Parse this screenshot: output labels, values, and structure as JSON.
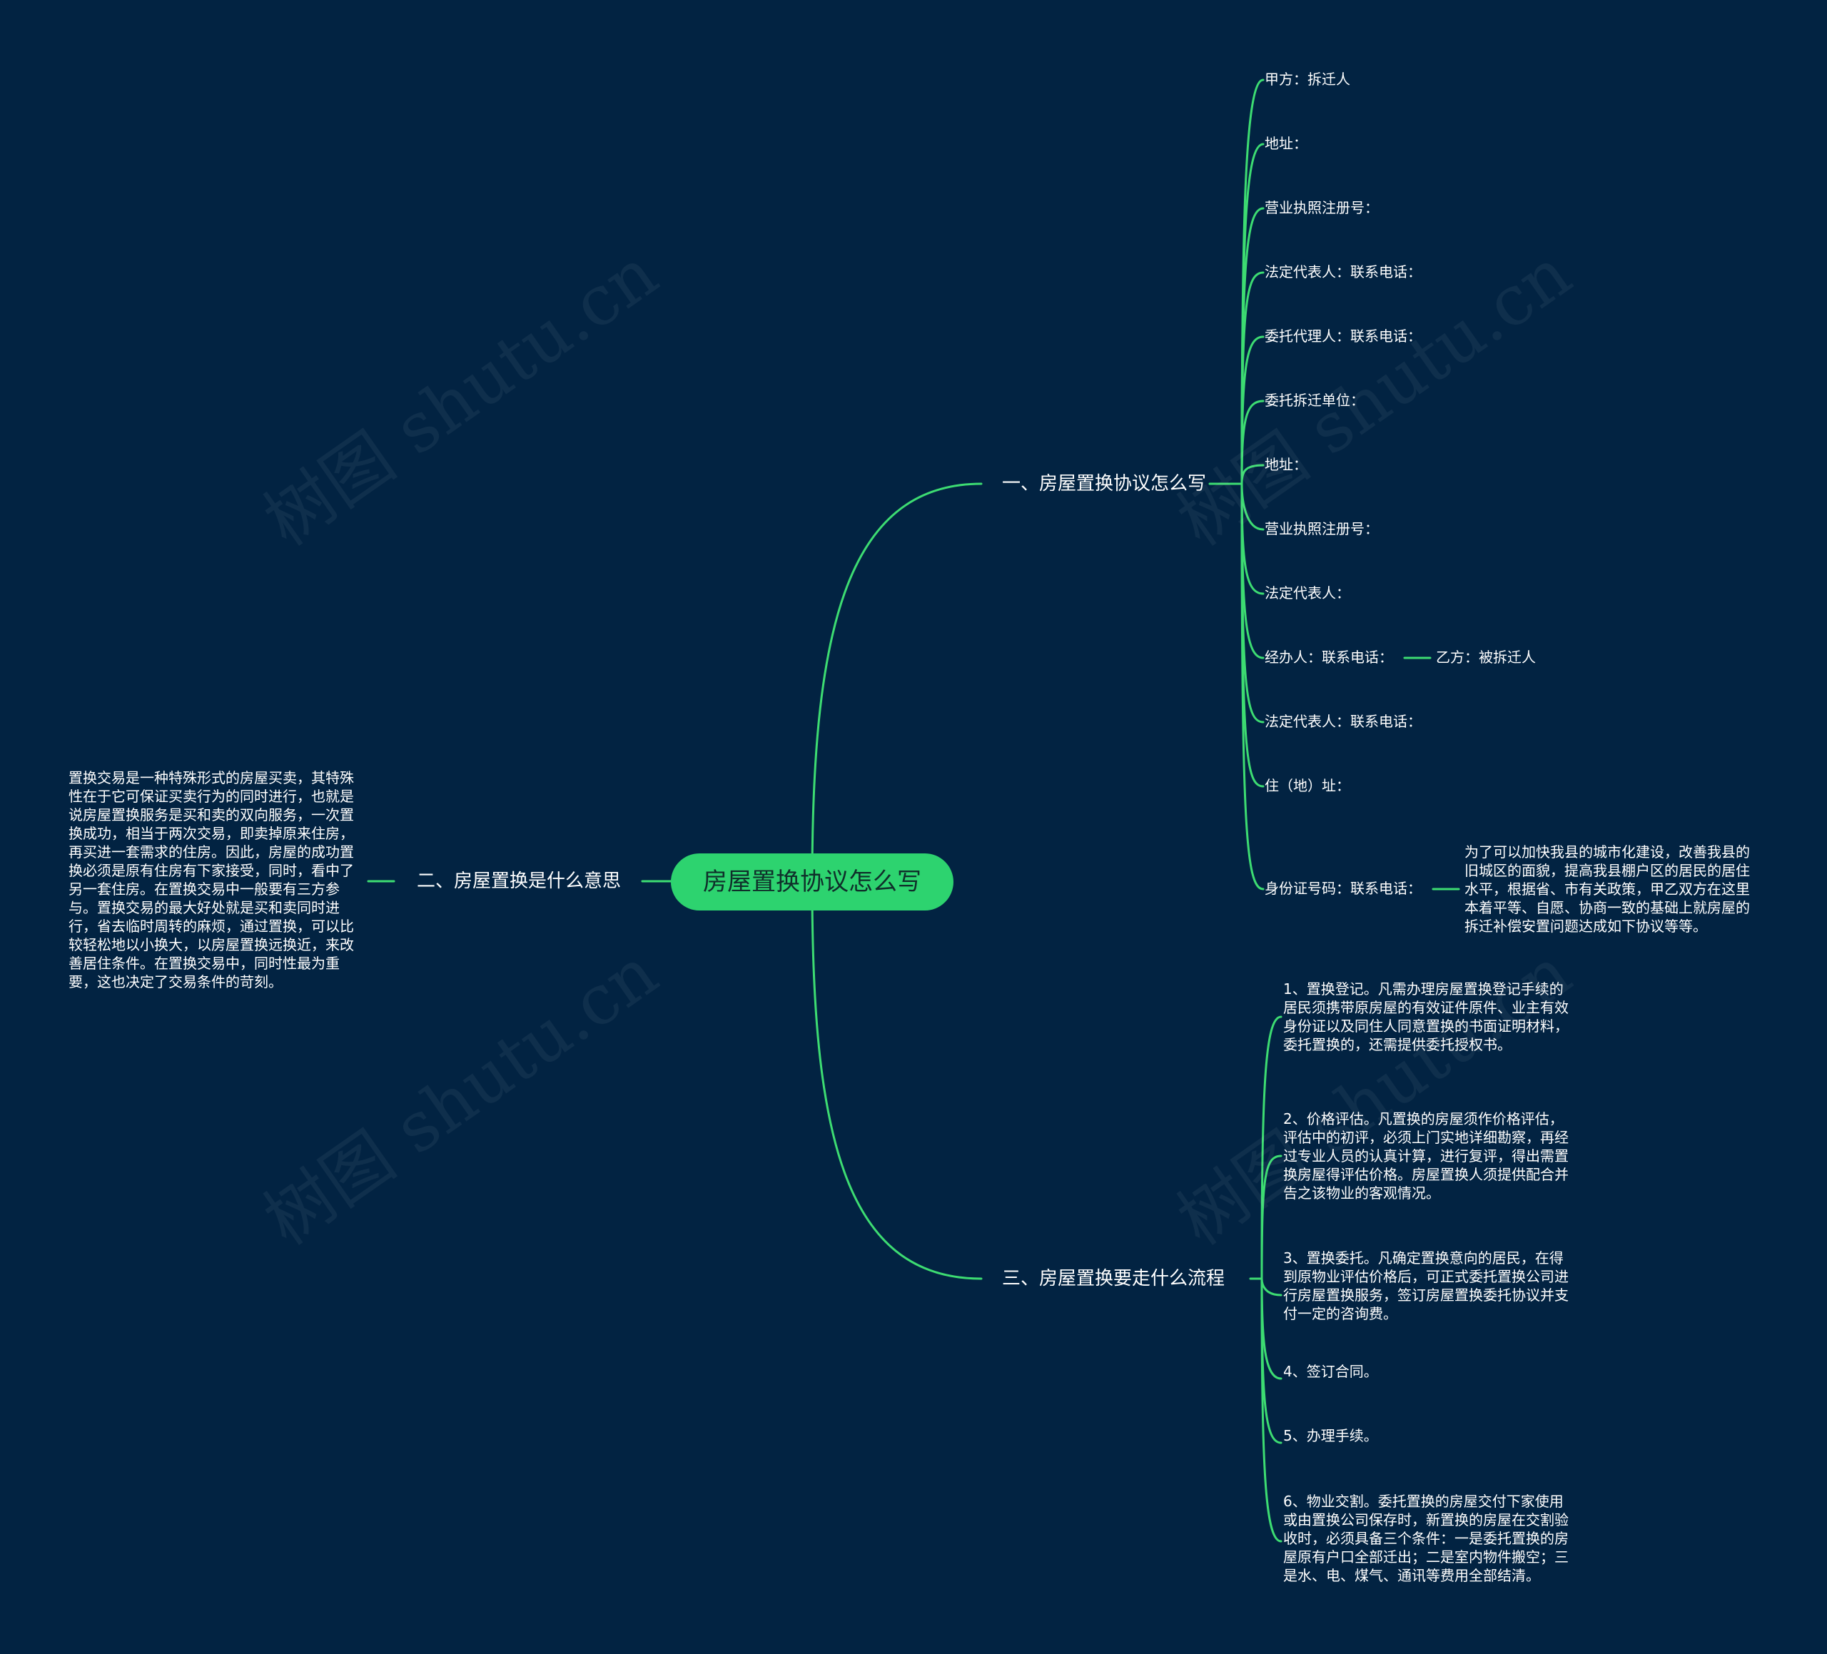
{
  "colors": {
    "background": "#022342",
    "line": "#3ddc72",
    "root_fill": "#2dd36f",
    "root_text": "#0f2f2a",
    "text": "#ffffff"
  },
  "watermark": "树图 shutu.cn",
  "root": "房屋置换协议怎么写",
  "b1": {
    "label": "一、房屋置换协议怎么写",
    "items": [
      "甲方：拆迁人",
      "地址：",
      "营业执照注册号：",
      "法定代表人：联系电话：",
      "委托代理人：联系电话：",
      "委托拆迁单位：",
      "地址：",
      "营业执照注册号：",
      "法定代表人：",
      "经办人：联系电话：",
      "法定代表人：联系电话：",
      "住（地）址：",
      "身份证号码：联系电话："
    ],
    "sub_jingban": "乙方：被拆迁人",
    "sub_shenfen": "为了可以加快我县的城市化建设，改善我县的旧城区的面貌，提高我县棚户区的居民的居住水平，根据省、市有关政策，甲乙双方在这里本着平等、自愿、协商一致的基础上就房屋的拆迁补偿安置问题达成如下协议等等。"
  },
  "b2": {
    "label": "二、房屋置换是什么意思",
    "text": "置换交易是一种特殊形式的房屋买卖，其特殊性在于它可保证买卖行为的同时进行，也就是说房屋置换服务是买和卖的双向服务，一次置换成功，相当于两次交易，即卖掉原来住房，再买进一套需求的住房。因此，房屋的成功置换必须是原有住房有下家接受，同时，看中了另一套住房。在置换交易中一般要有三方参与。置换交易的最大好处就是买和卖同时进行，省去临时周转的麻烦，通过置换，可以比较轻松地以小换大，以房屋置换远换近，来改善居住条件。在置换交易中，同时性最为重要，这也决定了交易条件的苛刻。"
  },
  "b3": {
    "label": "三、房屋置换要走什么流程",
    "items": [
      "1、置换登记。凡需办理房屋置换登记手续的居民须携带原房屋的有效证件原件、业主有效身份证以及同住人同意置换的书面证明材料，委托置换的，还需提供委托授权书。",
      "2、价格评估。凡置换的房屋须作价格评估，评估中的初评，必须上门实地详细勘察，再经过专业人员的认真计算，进行复评，得出需置换房屋得评估价格。房屋置换人须提供配合并告之该物业的客观情况。",
      "3、置换委托。凡确定置换意向的居民，在得到原物业评估价格后，可正式委托置换公司进行房屋置换服务，签订房屋置换委托协议并支付一定的咨询费。",
      "4、签订合同。",
      "5、办理手续。",
      "6、物业交割。委托置换的房屋交付下家使用或由置换公司保存时，新置换的房屋在交割验收时，必须具备三个条件：一是委托置换的房屋原有户口全部迁出；二是室内物件搬空；三是水、电、煤气、通讯等费用全部结清。"
    ]
  }
}
